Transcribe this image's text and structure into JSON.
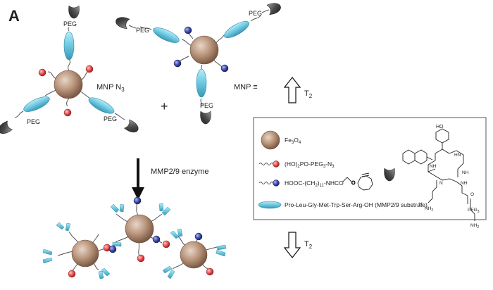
{
  "panel_label": "A",
  "particle_labels": {
    "azide": "MNP N",
    "azide_sub": "3",
    "alkyne": "MNP ≡"
  },
  "plus_sign": "+",
  "peg_label": "PEG",
  "enzyme_label": "MMP2/9 enzyme",
  "relaxation": {
    "up": {
      "main": "T",
      "sub": "2"
    },
    "down": {
      "main": "T",
      "sub": "2"
    }
  },
  "legend": {
    "fe3o4": {
      "main": "Fe",
      "sub1": "3",
      "mid": "O",
      "sub2": "4"
    },
    "azide_linker": {
      "a": "(HO)",
      "a_sub": "2",
      "b": "PO-PEG",
      "b_sub": "3",
      "c": "-N",
      "c_sub": "3"
    },
    "alkyne_linker": {
      "a": "HOOC-(CH",
      "a_sub": "2",
      "b": ")",
      "b_sub": "11",
      "c": "-NHCO"
    },
    "peptide": "Pro-Leu-Gly-Met-Trp-Ser-Arg-OH (MMP2/9 substrate)"
  },
  "structure_labels": {
    "ho": "HO",
    "nh": "NH",
    "hn": "HN",
    "n": "N",
    "h": "H",
    "o": "O",
    "nh2": "NH",
    "nh2_sub": "2",
    "peg": "PEG",
    "peg_sub": "3"
  },
  "colors": {
    "particle": "#b8937a",
    "azide_ball": "#e84a4a",
    "alkyne_ball": "#3b4aa8",
    "peptide": "#6cc8e0",
    "cap": "#4a4a4a"
  }
}
